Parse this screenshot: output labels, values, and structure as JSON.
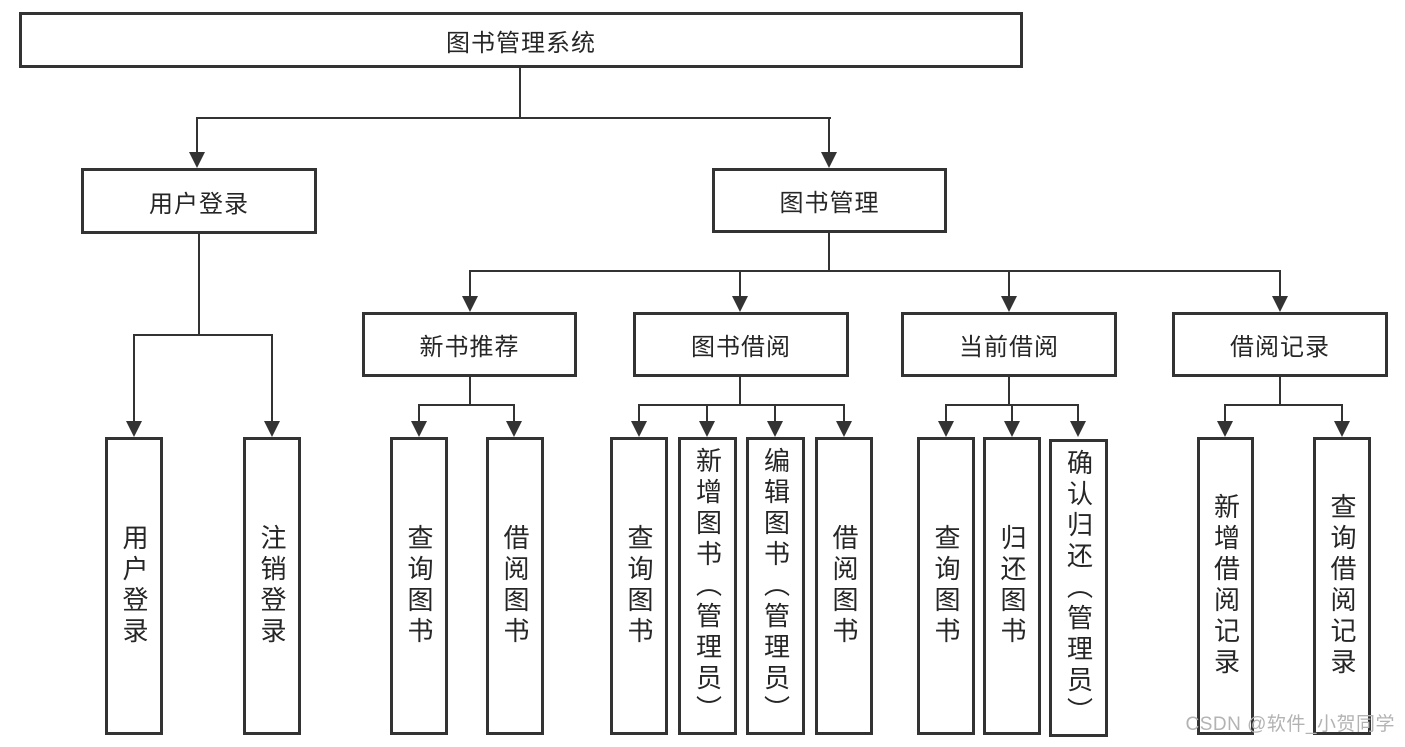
{
  "tree": {
    "label": "图书管理系统",
    "children": [
      {
        "label": "用户登录",
        "children": [
          {
            "label": "用户登录"
          },
          {
            "label": "注销登录"
          }
        ]
      },
      {
        "label": "图书管理",
        "children": [
          {
            "label": "新书推荐",
            "children": [
              {
                "label": "查询图书"
              },
              {
                "label": "借阅图书"
              }
            ]
          },
          {
            "label": "图书借阅",
            "children": [
              {
                "label": "查询图书"
              },
              {
                "label": "新增图书（管理员）"
              },
              {
                "label": "编辑图书（管理员）"
              },
              {
                "label": "借阅图书"
              }
            ]
          },
          {
            "label": "当前借阅",
            "children": [
              {
                "label": "查询图书"
              },
              {
                "label": "归还图书"
              },
              {
                "label": "确认归还（管理员）"
              }
            ]
          },
          {
            "label": "借阅记录",
            "children": [
              {
                "label": "新增借阅记录"
              },
              {
                "label": "查询借阅记录"
              }
            ]
          }
        ]
      }
    ]
  },
  "watermark": {
    "text": "CSDN @软件_小贺同学"
  },
  "colors": {
    "line": "#333333",
    "text": "#262626",
    "watermark": "#b3b3b3",
    "background": "#ffffff"
  }
}
